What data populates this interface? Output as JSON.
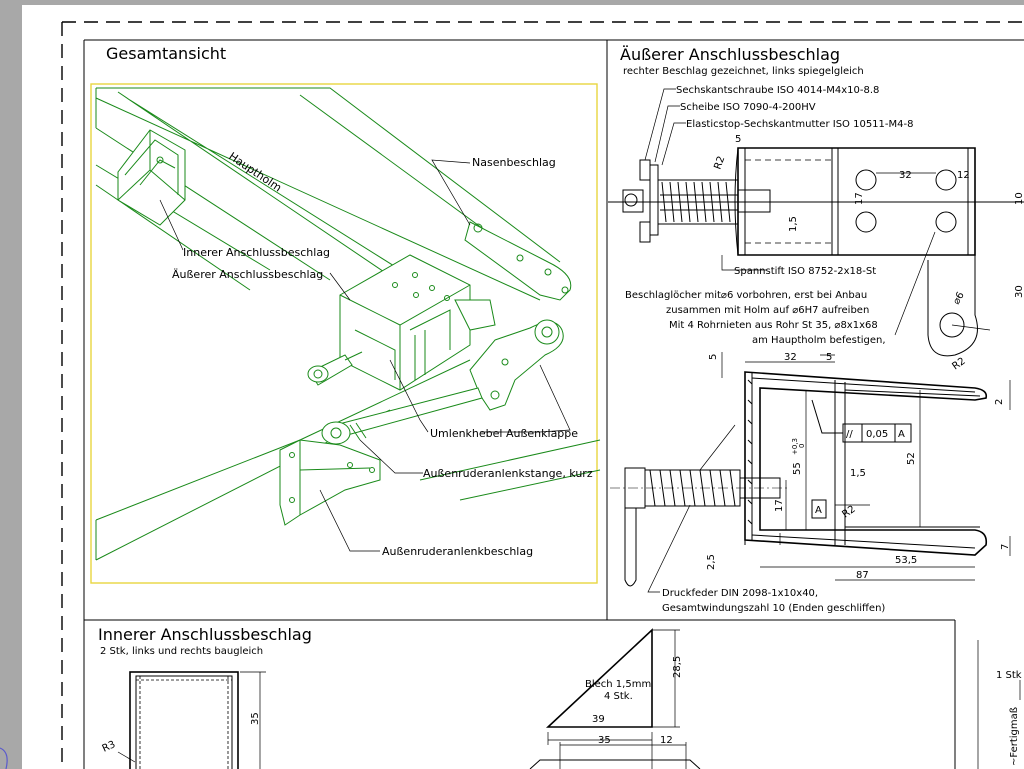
{
  "views": {
    "gesamt": {
      "title": "Gesamtansicht",
      "labels": {
        "hauptholm": "Hauptholm",
        "nasenbeschlag": "Nasenbeschlag",
        "innerer": "Innerer Anschlussbeschlag",
        "aeusserer": "Äußerer Anschlussbeschlag",
        "umlenkhebel": "Umlenkhebel Außenklappe",
        "anlenkstange": "Außenruderanlenkstange, kurz",
        "anlenkbeschlag": "Außenruderanlenkbeschlag"
      }
    },
    "aeusserer": {
      "title": "Äußerer Anschlussbeschlag",
      "subtitle": "rechter Beschlag gezeichnet, links spiegelgleich",
      "parts": {
        "schraube": "Sechskantschraube ISO 4014-M4x10-8.8",
        "scheibe": "Scheibe ISO 7090-4-200HV",
        "mutter": "Elasticstop-Sechskantmutter ISO 10511-M4-8",
        "spannstift": "Spannstift ISO 8752-2x18-St",
        "druckfeder": "Druckfeder DIN 2098-1x10x40,",
        "windungen": "Gesamtwindungszahl 10 (Enden geschliffen)"
      },
      "note": [
        "Beschlaglöcher mit⌀6 vorbohren, erst bei Anbau",
        "zusammen mit Holm auf ⌀6H7 aufreiben",
        "Mit 4 Rohrnieten aus Rohr St 35, ⌀8x1x68",
        "am Hauptholm befestigen,"
      ],
      "dims": {
        "d5a": "5",
        "r2": "R2",
        "d32": "32",
        "d12": "12",
        "d17": "17",
        "d15a": "1,5",
        "d10": "10",
        "d30": "30",
        "phi6": "⌀6",
        "d5b": "5",
        "d32b": "32",
        "d5c": "5",
        "r2b": "R2",
        "d2": "2",
        "d55": "55",
        "tol55": "+0,3",
        "tol55b": "0",
        "d52": "52",
        "d15b": "1,5",
        "d17b": "17",
        "d25": "2,5",
        "d535": "53,5",
        "d87": "87",
        "datumA": "A",
        "r2c": "R2",
        "d7": "7",
        "parallel": "//",
        "tolval": "0,05",
        "tolref": "A"
      }
    },
    "innerer": {
      "title": "Innerer Anschlussbeschlag",
      "subtitle": "2 Stk, links und rechts baugleich",
      "dims": {
        "d35": "35",
        "r3": "R3",
        "blech": "Blech 1,5mm",
        "stk": "4 Stk.",
        "d285": "28,5",
        "d39": "39",
        "d35b": "35",
        "d12": "12"
      }
    },
    "right_edge": {
      "stk": "1 Stk",
      "fertigmass": "~Fertigmaß"
    }
  }
}
